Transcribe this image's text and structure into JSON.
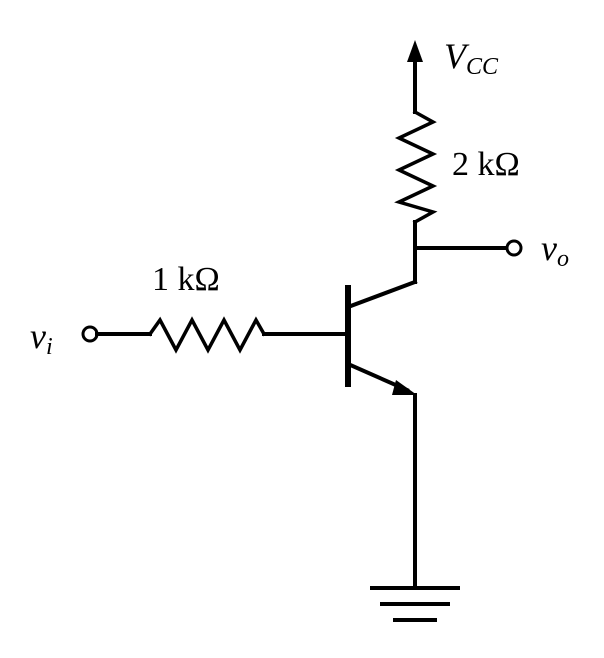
{
  "labels": {
    "vcc": "V",
    "vcc_sub": "CC",
    "vi": "v",
    "vi_sub": "i",
    "vo": "v",
    "vo_sub": "o",
    "r_collector": "2 kΩ",
    "r_base": "1 kΩ"
  }
}
